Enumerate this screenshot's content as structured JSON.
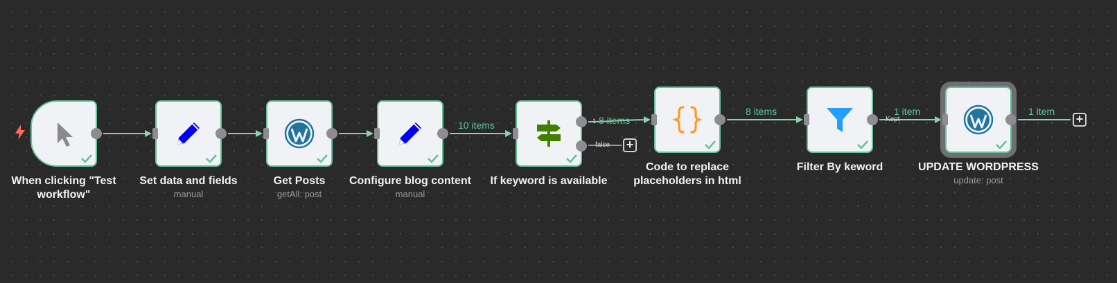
{
  "nodes": [
    {
      "id": "trigger",
      "title": "When clicking \"Test workflow\"",
      "subtitle": "",
      "icon": "cursor-icon"
    },
    {
      "id": "set1",
      "title": "Set data and fields",
      "subtitle": "manual",
      "icon": "pencil-icon"
    },
    {
      "id": "get_posts",
      "title": "Get Posts",
      "subtitle": "getAll: post",
      "icon": "wordpress-icon"
    },
    {
      "id": "configure",
      "title": "Configure blog content",
      "subtitle": "manual",
      "icon": "pencil-icon"
    },
    {
      "id": "if",
      "title": "If keyword is available",
      "subtitle": "",
      "icon": "signpost-icon"
    },
    {
      "id": "code",
      "title": "Code to replace placeholders in html",
      "subtitle": "",
      "icon": "code-braces-icon"
    },
    {
      "id": "filter",
      "title": "Filter By keword",
      "subtitle": "",
      "icon": "filter-funnel-icon"
    },
    {
      "id": "update",
      "title": "UPDATE WORDPRESS",
      "subtitle": "update: post",
      "icon": "wordpress-icon"
    }
  ],
  "edges": {
    "configure_to_if": "10 items",
    "if_true_to_code": "8 items",
    "code_to_filter": "8 items",
    "filter_to_update": "1 item",
    "update_out": "1 item"
  },
  "ports": {
    "if_true": "t",
    "if_false": "false",
    "filter_kept": "Kept"
  },
  "add_button": "+",
  "colors": {
    "background": "#2a2a2b",
    "node_border": "#5fc496",
    "success": "#5fc496",
    "trigger_bolt": "#ff6d5a",
    "wordpress": "#21759b",
    "pencil": "#0000ee",
    "code": "#ff9922",
    "filter": "#229eff",
    "signpost": "#408000"
  }
}
